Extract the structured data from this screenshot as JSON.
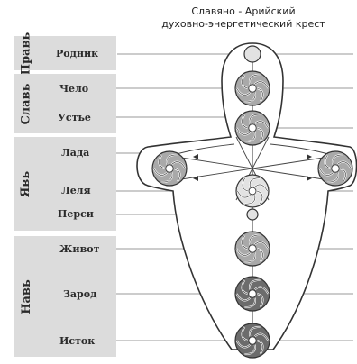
{
  "title": {
    "line1": "Славяно - Арийский",
    "line2": "духовно-энергетический крест"
  },
  "groups": [
    {
      "name": "Правь",
      "items": [
        "Родник"
      ]
    },
    {
      "name": "Славь",
      "items": [
        "Чело",
        "Устье"
      ]
    },
    {
      "name": "Явь",
      "items": [
        "Лада",
        "Леля",
        "Перси"
      ]
    },
    {
      "name": "Навь",
      "items": [
        "Живот",
        "Зарод",
        "Исток"
      ]
    }
  ],
  "colors": {
    "panel": "#dcdcdc",
    "outline": "#333333",
    "line": "#9a9a9a",
    "chakra_light": "#e2e2e2",
    "chakra_mid": "#a9a9a9",
    "chakra_dark": "#6c6c6c"
  }
}
